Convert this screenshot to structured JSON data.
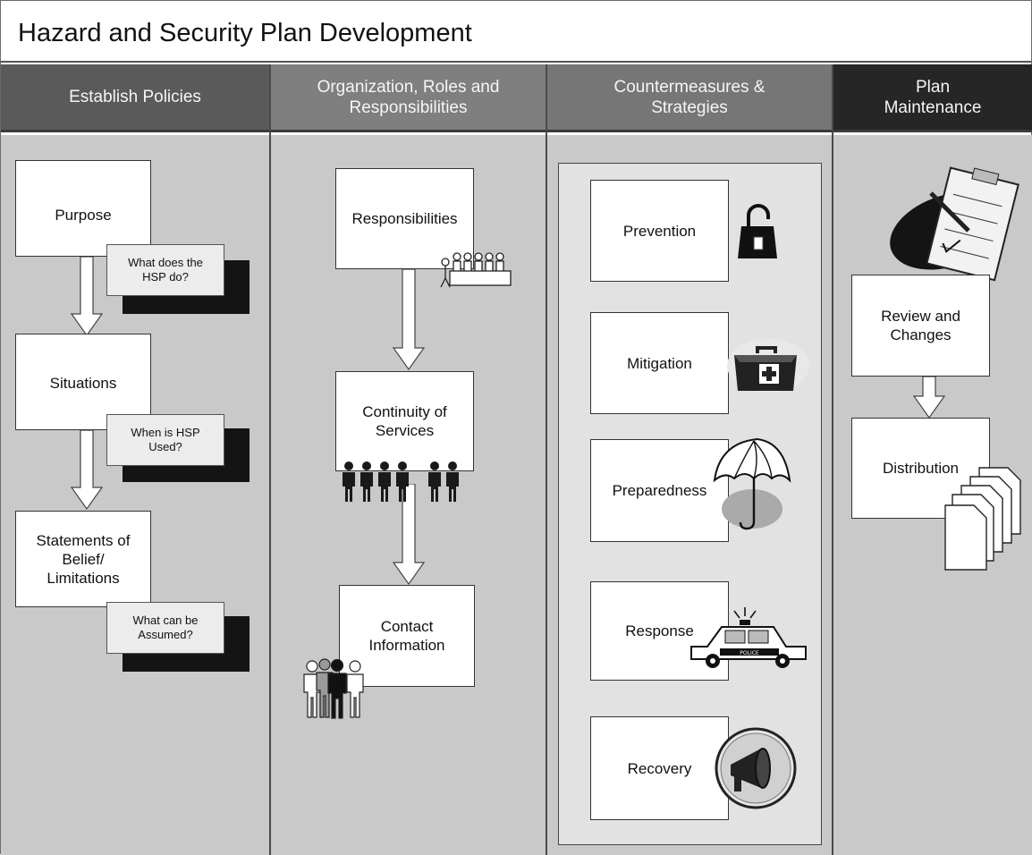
{
  "title": "Hazard and Security Plan Development",
  "columns": [
    {
      "heading": "Establish Policies",
      "color": "#5a5a5a"
    },
    {
      "heading": "Organization, Roles and Responsibilities",
      "color": "#7f7f7f"
    },
    {
      "heading": "Countermeasures & Strategies",
      "color": "#767676"
    },
    {
      "heading": "Plan Maintenance",
      "color": "#262626"
    }
  ],
  "establish": {
    "boxes": [
      "Purpose",
      "Situations",
      "Statements of Belief/ Limitations"
    ],
    "notes": [
      "What does the HSP do?",
      "When is HSP Used?",
      "What can be Assumed?"
    ]
  },
  "organization": {
    "boxes": [
      "Responsibilities",
      "Continuity of Services",
      "Contact Information"
    ]
  },
  "countermeasures": {
    "items": [
      {
        "label": "Prevention",
        "icon": "padlock-icon"
      },
      {
        "label": "Mitigation",
        "icon": "first-aid-kit-icon"
      },
      {
        "label": "Preparedness",
        "icon": "umbrella-icon"
      },
      {
        "label": "Response",
        "icon": "police-car-icon",
        "icon_text": "POLICE"
      },
      {
        "label": "Recovery",
        "icon": "megaphone-icon"
      }
    ]
  },
  "maintenance": {
    "boxes": [
      "Review and Changes",
      "Distribution"
    ]
  },
  "colors": {
    "lane_fill": "#c9c9c9",
    "panel_fill": "#e2e2e2",
    "shadow": "#141414"
  }
}
